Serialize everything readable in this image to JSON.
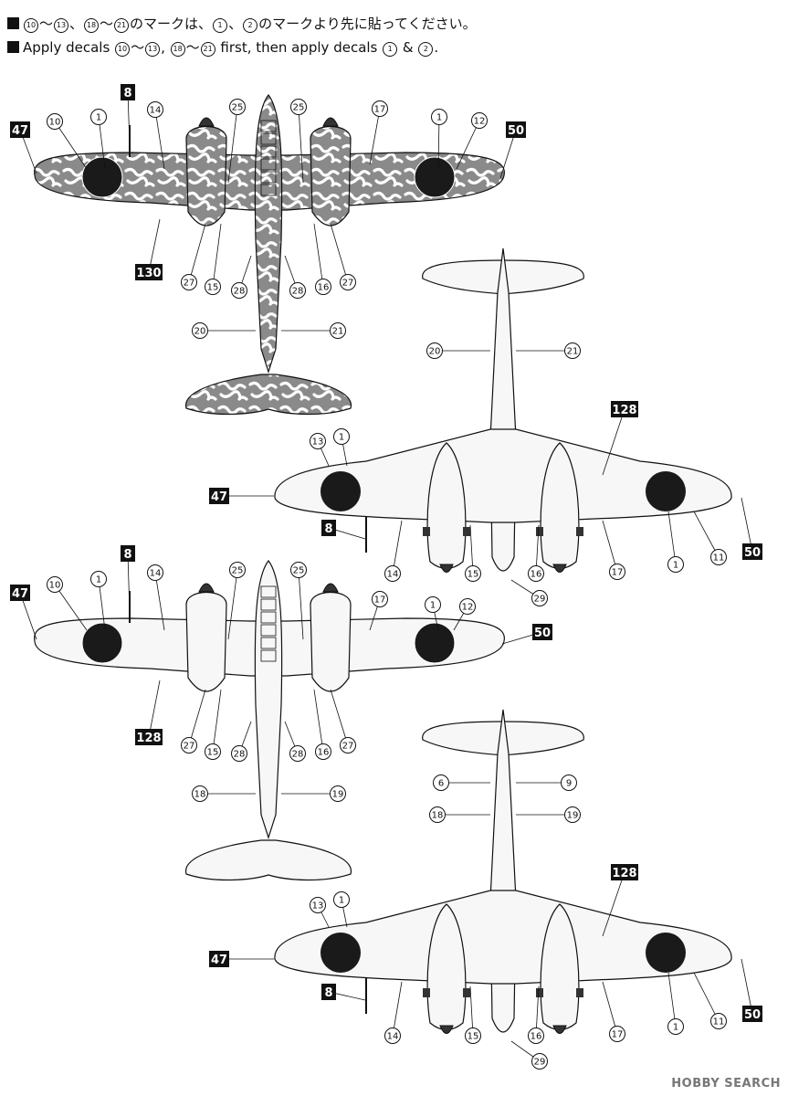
{
  "instructions": {
    "jp": {
      "c10": "10",
      "sep1": "〜",
      "c13": "13",
      "comma1": "、",
      "c18": "18",
      "sep2": "〜",
      "c21": "21",
      "mid": "のマークは、",
      "c1": "1",
      "comma2": "、",
      "c2": "2",
      "end": "のマークより先に貼ってください。"
    },
    "en": {
      "pre": "Apply decals ",
      "c10": "10",
      "sep1": "〜",
      "c13": "13",
      "comma": ", ",
      "c18": "18",
      "sep2": "〜",
      "c21": "21",
      "mid": " first, then apply decals ",
      "c1": "1",
      "amp": " & ",
      "c2": "2",
      "end": "."
    }
  },
  "views": [
    {
      "id": "top-camo",
      "callouts": [
        "8",
        "47",
        "10",
        "1",
        "14",
        "25",
        "25",
        "17",
        "1",
        "12",
        "50",
        "130",
        "27",
        "15",
        "28",
        "28",
        "16",
        "27",
        "20",
        "21"
      ]
    },
    {
      "id": "bottom-1",
      "callouts": [
        "20",
        "21",
        "128",
        "13",
        "1",
        "47",
        "8",
        "14",
        "15",
        "16",
        "17",
        "1",
        "11",
        "50",
        "29"
      ]
    },
    {
      "id": "top-plain",
      "callouts": [
        "8",
        "47",
        "10",
        "1",
        "14",
        "25",
        "25",
        "17",
        "1",
        "12",
        "50",
        "128",
        "27",
        "15",
        "28",
        "28",
        "16",
        "27",
        "18",
        "19"
      ]
    },
    {
      "id": "bottom-2",
      "callouts": [
        "6",
        "9",
        "18",
        "19",
        "128",
        "13",
        "1",
        "47",
        "8",
        "14",
        "15",
        "16",
        "17",
        "1",
        "11",
        "50",
        "29"
      ]
    }
  ],
  "footer": "HOBBY SEARCH",
  "colors": {
    "ink": "#111111",
    "hinomaru": "#1a1a1a",
    "camo_light": "#ffffff",
    "camo_dark": "#8a8a8a"
  }
}
